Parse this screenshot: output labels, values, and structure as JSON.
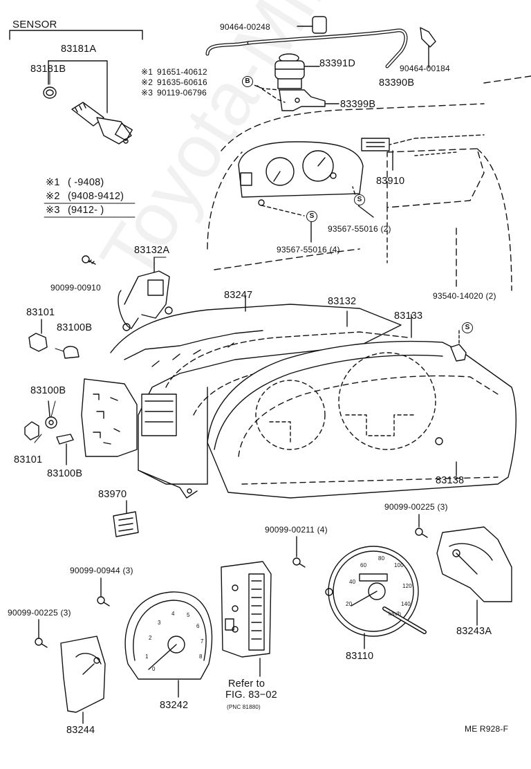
{
  "header": {
    "sensor_title": "SENSOR",
    "sheet_code": "ME R928-F"
  },
  "notes": [
    {
      "mark": "※1",
      "part": "91651-40612"
    },
    {
      "mark": "※2",
      "part": "91635-60616"
    },
    {
      "mark": "※3",
      "part": "90119-06796"
    }
  ],
  "date_codes": [
    {
      "mark": "※1",
      "range": "(        -9408)"
    },
    {
      "mark": "※2",
      "range": "(9408-9412)"
    },
    {
      "mark": "※3",
      "range": "(9412-        )"
    }
  ],
  "circle_marks": {
    "b": "B",
    "s": "S"
  },
  "parts": {
    "p83181A": "83181A",
    "p83181B": "83181B",
    "p90464_00248": "90464-00248",
    "p83391D": "83391D",
    "p90464_00184": "90464-00184",
    "p83390B": "83390B",
    "p83399B": "83399B",
    "p83910": "83910",
    "p93567_55016_2": "93567-55016 (2)",
    "p93567_55016_4": "93567-55016 (4)",
    "p83132A": "83132A",
    "p90099_00910": "90099-00910",
    "p83247": "83247",
    "p83132": "83132",
    "p93540_14020": "93540-14020 (2)",
    "p83101_top": "83101",
    "p83100B_top": "83100B",
    "p83133": "83133",
    "p83100B_mid": "83100B",
    "p83101_bot": "83101",
    "p83100B_bot": "83100B",
    "p83138": "83138",
    "p83970": "83970",
    "p90099_00225_top": "90099-00225 (3)",
    "p90099_00211": "90099-00211 (4)",
    "p90099_00944": "90099-00944 (3)",
    "p90099_00225_left": "90099-00225 (3)",
    "p83243A": "83243A",
    "p83110": "83110",
    "p83244": "83244",
    "p83242": "83242"
  },
  "refer": {
    "line1": "Refer to",
    "line2": "FIG. 83−02",
    "line3": "(PNC 81880)"
  },
  "tach_numbers": [
    "1",
    "2",
    "3",
    "4",
    "5",
    "6",
    "7",
    "8",
    "0"
  ],
  "speedo_numbers": [
    "20",
    "40",
    "60",
    "80",
    "100",
    "120",
    "140"
  ],
  "speedo_unit": "km/h",
  "watermark": "Toyota-Mine.ru"
}
